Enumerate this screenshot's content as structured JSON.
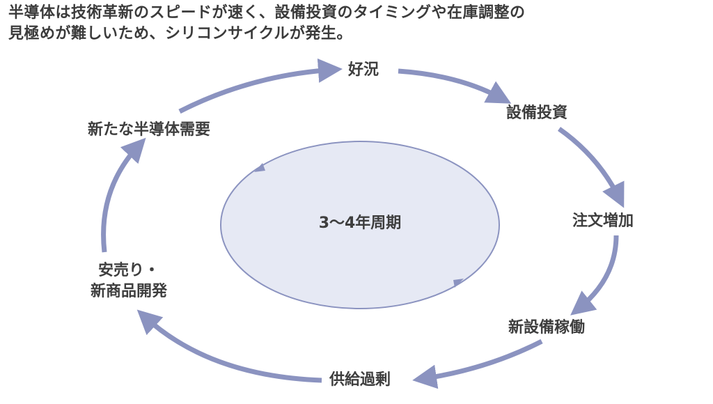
{
  "headline": {
    "line1": "半導体は技術革新のスピードが速く、設備投資のタイミングや在庫調整の",
    "line2": "見極めが難しいため、シリコンサイクルが発生。"
  },
  "cycle": {
    "center_label": "3〜4年周期",
    "stages": {
      "boom": "好況",
      "capex": "設備投資",
      "orders": "注文増加",
      "new_capacity": "新設備稼働",
      "oversupply": "供給過剰",
      "discount_line1": "安売り・",
      "discount_line2": "新商品開発",
      "new_demand": "新たな半導体需要"
    }
  },
  "colors": {
    "arrow": "#8b93c0",
    "ellipse_fill": "#e6e9f4",
    "ellipse_stroke": "#8b93c0",
    "text": "#3e3e3e"
  },
  "icons": [
    "arrowhead-icon"
  ]
}
